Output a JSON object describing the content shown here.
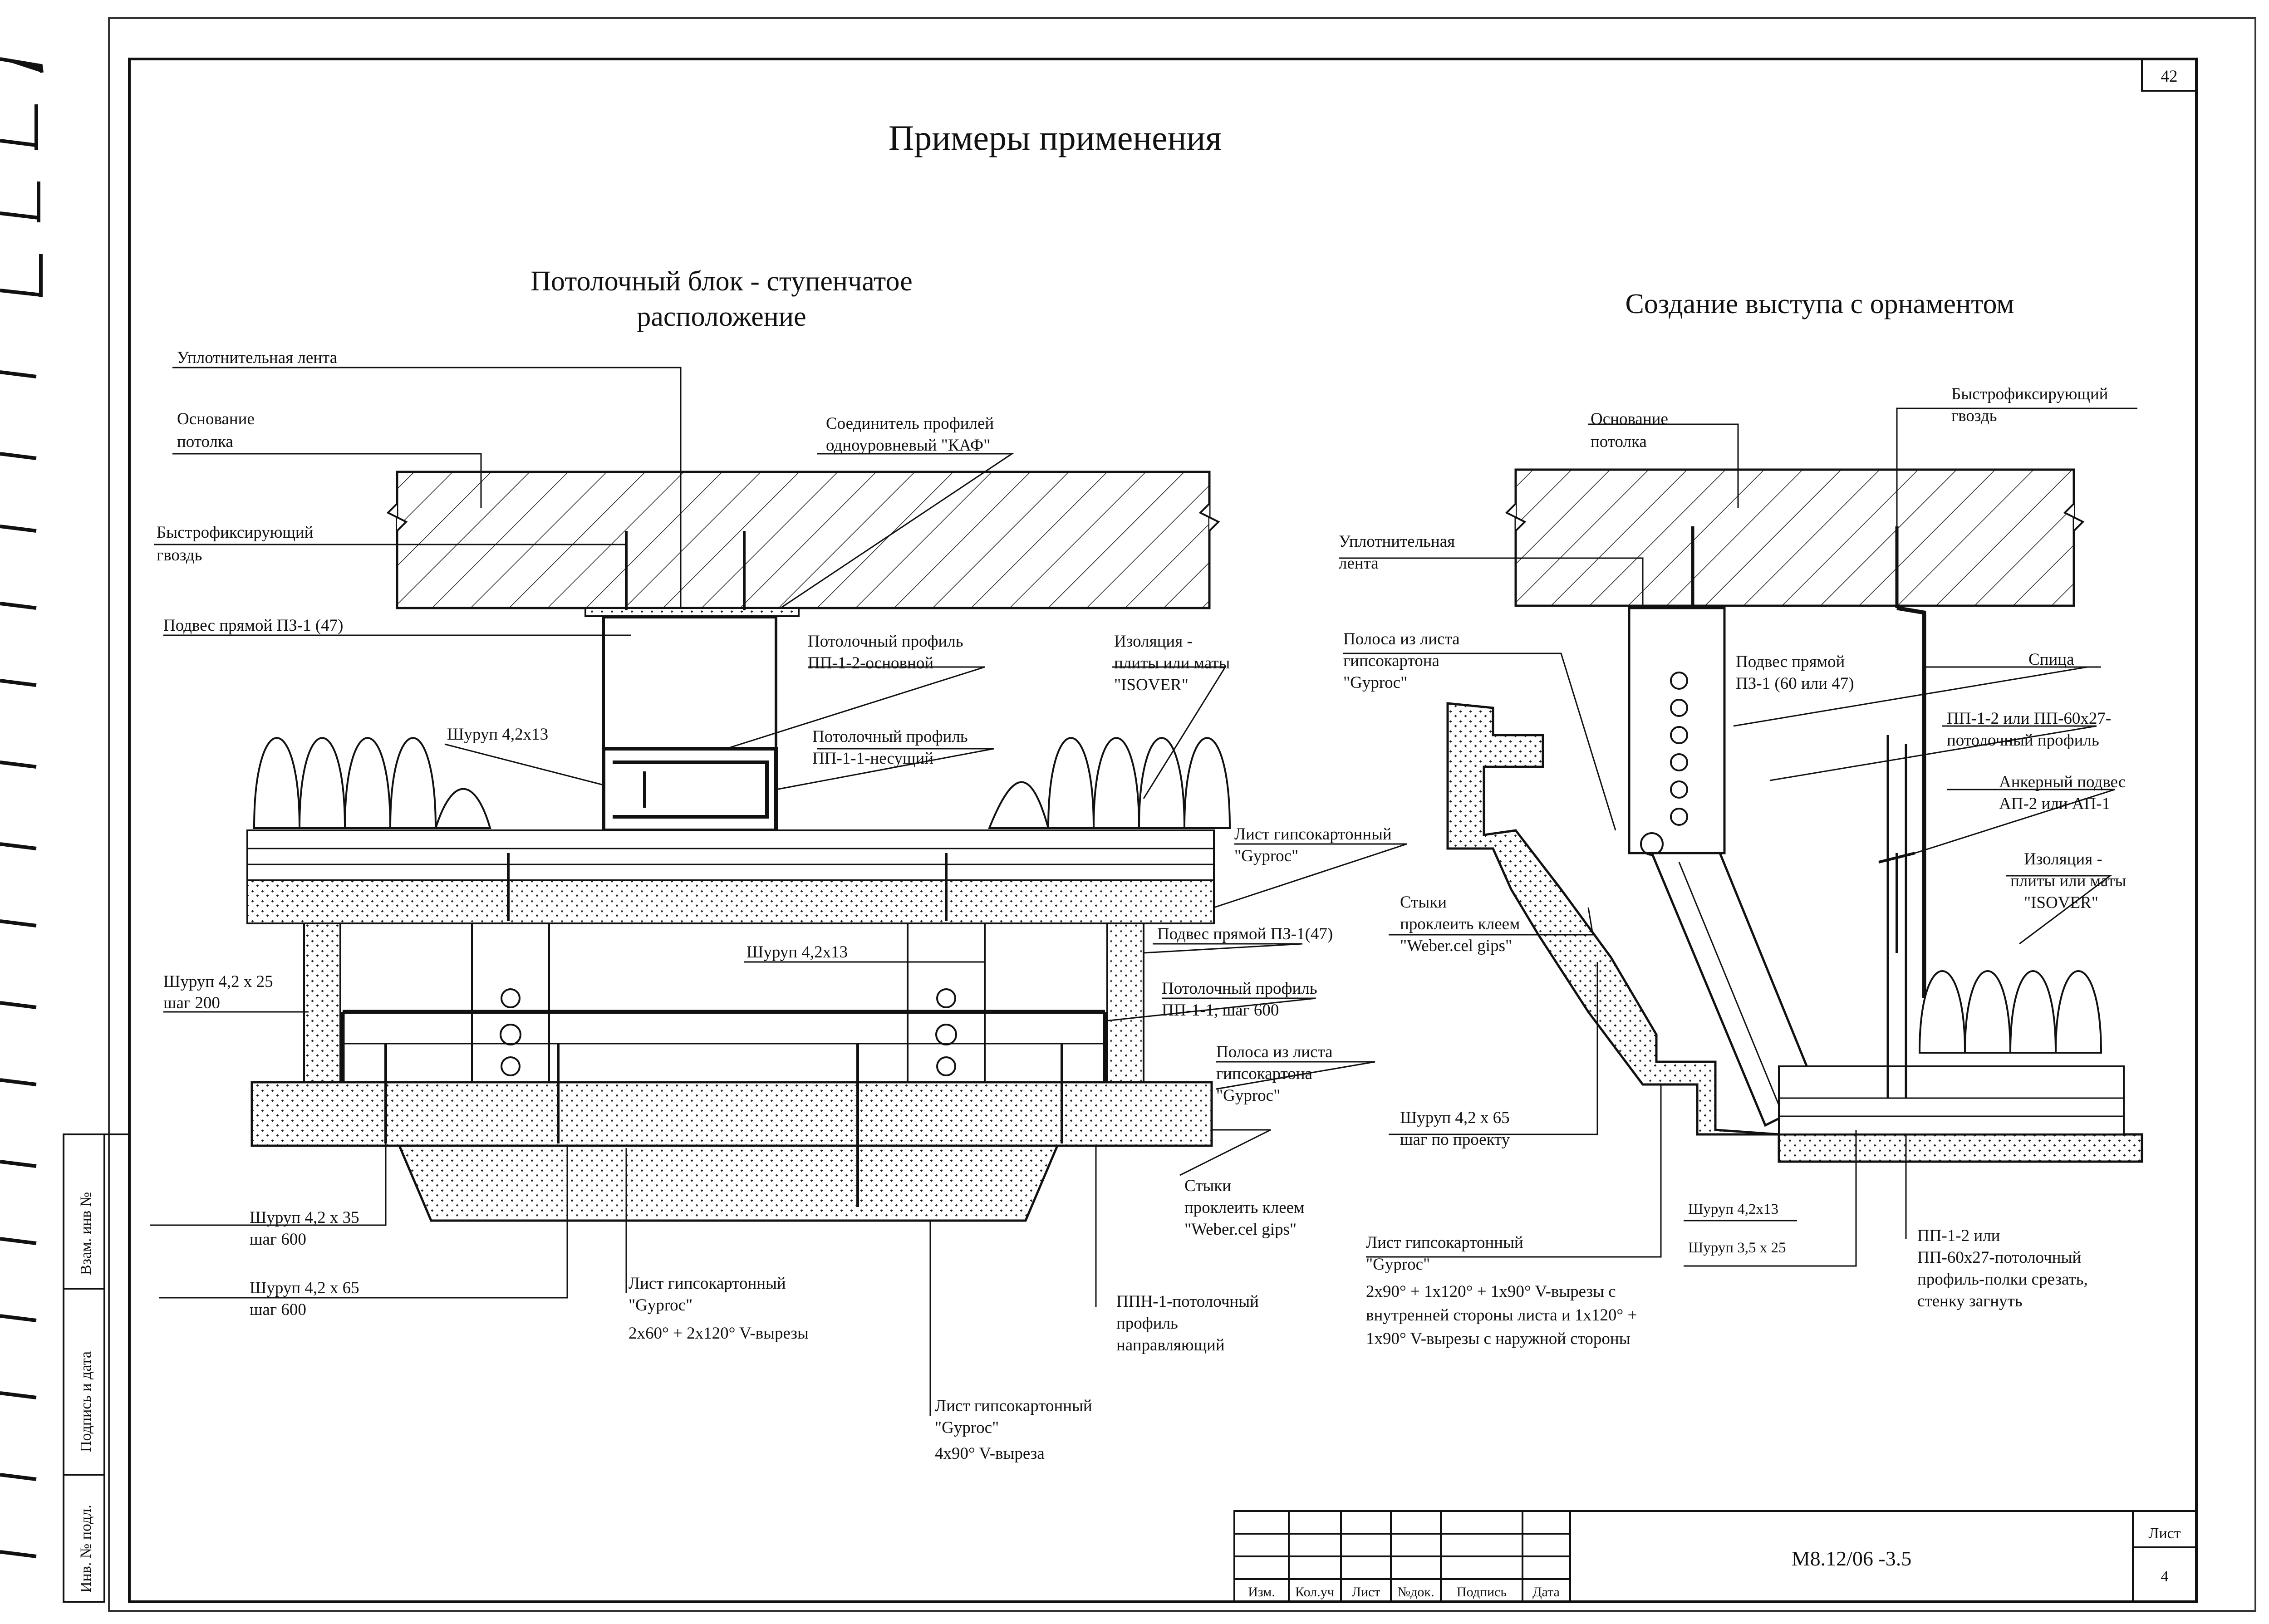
{
  "page_number": "42",
  "title": "Примеры применения",
  "left_diagram": {
    "title_line1": "Потолочный блок - ступенчатое",
    "title_line2": "расположение",
    "labels": {
      "seal_tape": "Уплотнительная лента",
      "ceiling_base_1": "Основание",
      "ceiling_base_2": "потолка",
      "connector_1": "Соединитель профилей",
      "connector_2": "одноуровневый \"КАФ\"",
      "nail_1": "Быстрофиксирующий",
      "nail_2": "гвоздь",
      "hanger": "Подвес прямой ПЗ-1 (47)",
      "main_profile_1": "Потолочный профиль",
      "main_profile_2": "ПП-1-2-основной",
      "insulation_1": "Изоляция -",
      "insulation_2": "плиты или маты",
      "insulation_3": "\"ISOVER\"",
      "screw_4213_a": "Шуруп 4,2x13",
      "bearing_profile_1": "Потолочный профиль",
      "bearing_profile_2": "ПП-1-1-несущий",
      "gypsum_sheet_1": "Лист гипсокартонный",
      "gypsum_sheet_2": "\"Gyproc\"",
      "hanger_2": "Подвес прямой ПЗ-1(47)",
      "screw_4225_1": "Шуруп 4,2 х 25",
      "screw_4225_2": "шаг 200",
      "screw_4213_b": "Шуруп 4,2x13",
      "profile_pp11_1": "Потолочный профиль",
      "profile_pp11_2": "ПП-1-1, шаг 600",
      "strip_1": "Полоса из листа",
      "strip_2": "гипсокартона",
      "strip_3": "\"Gyproc\"",
      "joints_1": "Стыки",
      "joints_2": "проклеить клеем",
      "joints_3": "\"Weber.cel gips\"",
      "screw_4235_1": "Шуруп 4,2 х 35",
      "screw_4235_2": "шаг 600",
      "screw_4265_1": "Шуруп 4,2 х 65",
      "screw_4265_2": "шаг 600",
      "sheet_a_1": "Лист гипсокартонный",
      "sheet_a_2": "\"Gyproc\"",
      "sheet_a_3": "2x60° + 2x120°  V-вырезы",
      "guide_1": "ППН-1-потолочный",
      "guide_2": "профиль",
      "guide_3": "направляющий",
      "sheet_b_1": "Лист гипсокартонный",
      "sheet_b_2": "\"Gyproc\"",
      "sheet_b_3": "4x90°  V-выреза"
    }
  },
  "right_diagram": {
    "title": "Создание выступа с орнаментом",
    "labels": {
      "ceiling_base_1": "Основание",
      "ceiling_base_2": "потолка",
      "nail_1": "Быстрофиксирующий",
      "nail_2": "гвоздь",
      "seal_tape_1": "Уплотнительная",
      "seal_tape_2": "лента",
      "strip_1": "Полоса из листа",
      "strip_2": "гипсокартона",
      "strip_3": "\"Gyproc\"",
      "hanger_1": "Подвес прямой",
      "hanger_2": "ПЗ-1 (60 или 47)",
      "spoke": "Спица",
      "profile_1": "ПП-1-2 или ПП-60x27-",
      "profile_2": "потолочный профиль",
      "anchor_1": "Анкерный подвес",
      "anchor_2": "АП-2 или АП-1",
      "insulation_1": "Изоляция -",
      "insulation_2": "плиты или маты",
      "insulation_3": "\"ISOVER\"",
      "joints_1": "Стыки",
      "joints_2": "проклеить клеем",
      "joints_3": "\"Weber.cel gips\"",
      "screw_4265_1": "Шуруп 4,2 х 65",
      "screw_4265_2": "шаг по проекту",
      "screw_4213": "Шуруп 4,2x13",
      "screw_3525": "Шуруп 3,5 х 25",
      "sheet_1": "Лист гипсокартонный",
      "sheet_2": "\"Gyproc\"",
      "sheet_3": "2x90° + 1x120° + 1x90° V-вырезы с",
      "sheet_4": "внутренней стороны листа и  1x120° +",
      "sheet_5": "1x90° V-вырезы с наружной стороны",
      "cut_1": "ПП-1-2 или",
      "cut_2": "ПП-60x27-потолочный",
      "cut_3": "профиль-полки срезать,",
      "cut_4": "стенку загнуть"
    }
  },
  "side_stamp": {
    "ref_inv": "Взам. инв №",
    "sign_date": "Подпись и дата",
    "inv_orig": "Инв. № подл."
  },
  "title_block": {
    "cols": [
      "Изм.",
      "Кол.уч",
      "Лист",
      "№док.",
      "Подпись",
      "Дата"
    ],
    "doc_code": "М8.12/06 -3.5",
    "sheet_label": "Лист",
    "sheet_number": "4"
  }
}
